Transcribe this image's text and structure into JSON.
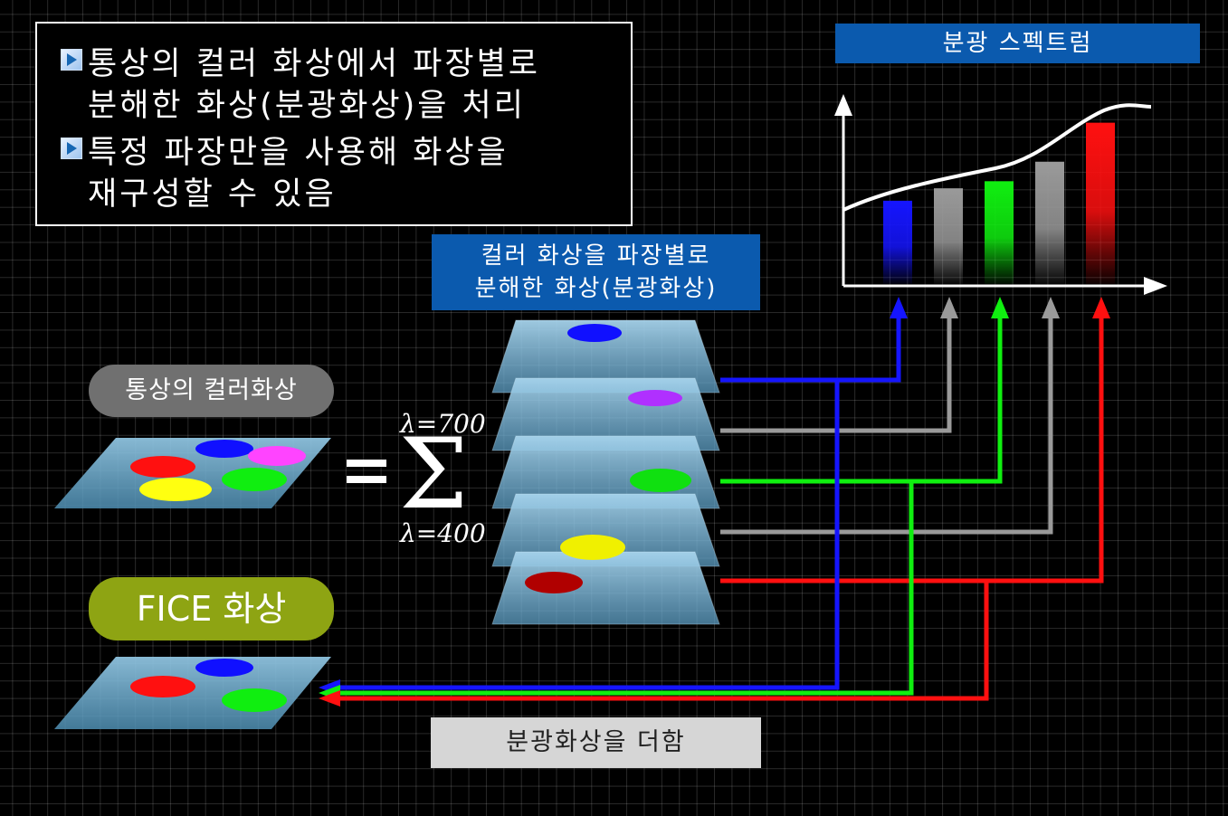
{
  "intro": {
    "items": [
      {
        "text": "통상의 컬러 화상에서 파장별로\n분해한 화상(분광화상)을 처리"
      },
      {
        "text": "특정 파장만을 사용해 화상을\n재구성할 수 있음"
      }
    ]
  },
  "spectrum": {
    "title": "분광 스펙트럼",
    "bars": [
      {
        "color": "#1515ff",
        "level": 0.47
      },
      {
        "color": "#9a9a9a",
        "level": 0.54
      },
      {
        "color": "#10ef10",
        "level": 0.58
      },
      {
        "color": "#9a9a9a",
        "level": 0.69
      },
      {
        "color": "#ff1010",
        "level": 0.91
      }
    ]
  },
  "decomposition": {
    "label": "컬러 화상을 파장별로\n분해한 화상(분광화상)",
    "layers": [
      {
        "spot_color": "#1010ff"
      },
      {
        "spot_color": "#b030ff"
      },
      {
        "spot_color": "#10e010"
      },
      {
        "spot_color": "#f0f000"
      },
      {
        "spot_color": "#b00000"
      }
    ]
  },
  "normal_image": {
    "label": "통상의 컬러화상",
    "spots": [
      "#ff1010",
      "#1010ff",
      "#ff44ff",
      "#ffff10",
      "#10ee10"
    ]
  },
  "formula": {
    "upper_limit": "λ=700",
    "lower_limit": "λ=400",
    "sigma": "Σ"
  },
  "fice_image": {
    "label": "FICE 화상",
    "spots": [
      "#ff1010",
      "#1010ff",
      "#10ee10"
    ]
  },
  "sum_label": "분광화상을 더함",
  "colors": {
    "blue": "#1515ff",
    "gray": "#9a9a9a",
    "green": "#10ef10",
    "red": "#ff1010",
    "panel": "#6fa5c4",
    "label_blue": "#0b5aae",
    "fice_green": "#8ea413"
  }
}
